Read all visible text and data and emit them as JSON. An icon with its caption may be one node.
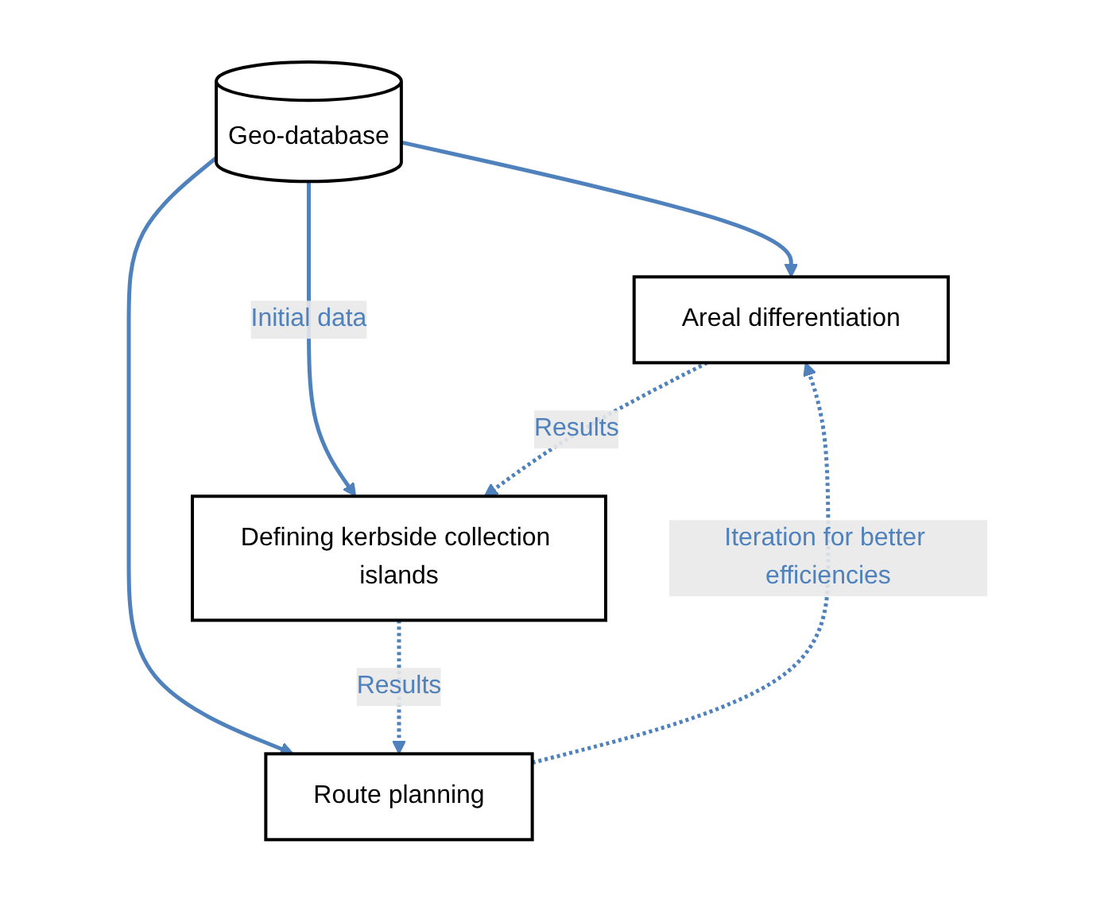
{
  "diagram": {
    "nodes": [
      {
        "text": [
          "Geo-database"
        ]
      },
      {
        "text": [
          "Areal differentiation"
        ]
      },
      {
        "text": [
          "Defining kerbside collection islands"
        ]
      },
      {
        "text": [
          "Route planning"
        ]
      }
    ],
    "edges": [
      {
        "from": 0,
        "to": 1,
        "arrow": "to"
      },
      {
        "from": 0,
        "to": 2,
        "arrow": "to",
        "label": "Initial data"
      },
      {
        "from": 0,
        "to": 3,
        "arrow": "to"
      },
      {
        "from": 1,
        "to": 2,
        "arrow": "to",
        "label": "Results",
        "style": "dashed"
      },
      {
        "from": 2,
        "to": 3,
        "arrow": "to",
        "label": "Results",
        "style": "dashed"
      },
      {
        "from": 3,
        "to": 1,
        "arrow": "to",
        "label": "Iteration for better efficiencies",
        "style": "dashed"
      }
    ]
  }
}
